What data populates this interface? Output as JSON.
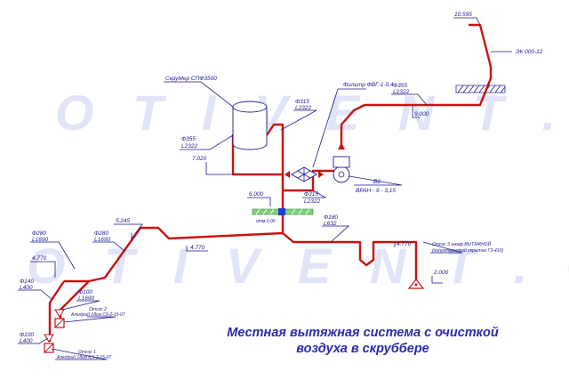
{
  "watermark": {
    "line1": "O T I V E N T . C O M",
    "line2": "O T I V E N T . C O M"
  },
  "caption": {
    "line1": "Местная вытяжная система с очисткой",
    "line2": "воздуха в скруббере"
  },
  "colors": {
    "duct": "#cc1111",
    "ink": "#1a1a8c",
    "caption": "#2a2ab0",
    "watermark": "#c8cef0",
    "floor": "#7fd07f",
    "node": "#1f3fd0"
  },
  "labels": {
    "scrubber": "СкруМер СПФ3500",
    "filter": "Фильтр ФВГ-1-5,4",
    "fan_id": "В2",
    "fan_model": "ВРАН - 9 - 3,15",
    "top_elev": "10.595",
    "exhaust": "ЭК 000-12",
    "d355_top": "Ф355",
    "l2322_top": "L2322",
    "elev_9000": "9.000",
    "d315_a": "Ф315",
    "l2322_a": "L2322",
    "d355_left": "Ф355",
    "l2322_left": "L2322",
    "elev_7020": "7.020",
    "d315_b": "Ф315",
    "l2322_b": "L2322",
    "elev_6000": "6.000",
    "elev_5245": "5.245",
    "d280": "Ф280",
    "l1690_a": "L1690",
    "d280_l": "Ф280",
    "l1690_b": "L1690",
    "elev_4770_a": "4.770",
    "elev_4770_b": "4.770",
    "d180": "Ф180",
    "l632": "L632",
    "elev_4770_c": "4.770",
    "d140": "Ф140",
    "l400_a": "L400",
    "d100_a": "Ф100",
    "l1690_c": "L1690",
    "d100_b": "Ф100",
    "l400_b": "L400",
    "elev_2000": "2.000",
    "otsos3": "Отсос 3  шкаф ВЫТЯЖНОЙ",
    "otsos3_sub": "(полуоткрытый укрытие ГЗ-410)",
    "otsos2": "Отсос 2",
    "otsos2_sub": "Алюдрий 18см Сб-2-15-07",
    "otsos1": "Отсос 1",
    "otsos1_sub": "Алюдрий 18см 6,5-2-15-07",
    "floor_node": "отм.0.00"
  }
}
